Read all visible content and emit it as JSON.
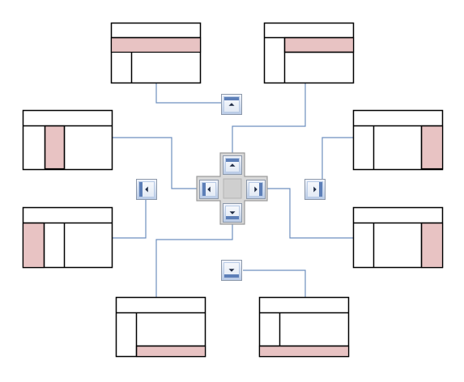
{
  "colors": {
    "background": "#ffffff",
    "window_border": "#000000",
    "dock_highlight": "#e8c3c3",
    "connector": "#6d8fbf",
    "guide_fill_light": "#f2f5fb",
    "guide_fill_dark": "#b9cbe6",
    "guide_border": "#8c98aa",
    "compass_fill": "#d9d9d9",
    "compass_border": "#9a9a9a"
  },
  "docking_diagram": {
    "panes": [
      {
        "id": "top-left",
        "highlight": "top"
      },
      {
        "id": "top-right",
        "highlight": "top"
      },
      {
        "id": "left-upper",
        "highlight": "left"
      },
      {
        "id": "left-lower",
        "highlight": "left-edge"
      },
      {
        "id": "right-upper",
        "highlight": "right"
      },
      {
        "id": "right-lower",
        "highlight": "right"
      },
      {
        "id": "bottom-left",
        "highlight": "bottom"
      },
      {
        "id": "bottom-right",
        "highlight": "bottom"
      }
    ],
    "compass": {
      "arrows": [
        "up-arrow-icon",
        "left-arrow-icon",
        "right-arrow-icon",
        "down-arrow-icon"
      ]
    },
    "outer_guides": [
      "top-guide",
      "left-guide",
      "right-guide",
      "bottom-guide"
    ]
  }
}
